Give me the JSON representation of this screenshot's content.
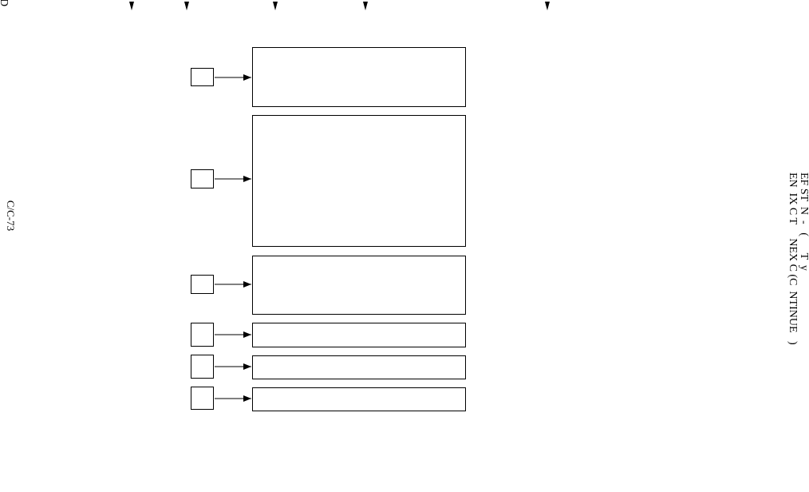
{
  "page": {
    "corner_letter": "D",
    "page_number": "C/C-73",
    "side_title_line1": "EF ST  N  -   (      T  y",
    "side_title_line2": "EN  IX C T     NEX C (C  NTINUE   )"
  },
  "columns": {
    "marker_count": 5
  },
  "rows": [
    {
      "id": "row-1",
      "label": "",
      "content": ""
    },
    {
      "id": "row-2",
      "label": "",
      "content": ""
    },
    {
      "id": "row-3",
      "label": "",
      "content": ""
    },
    {
      "id": "row-4",
      "label": "",
      "content": ""
    },
    {
      "id": "row-5",
      "label": "",
      "content": ""
    },
    {
      "id": "row-6",
      "label": "",
      "content": ""
    }
  ]
}
